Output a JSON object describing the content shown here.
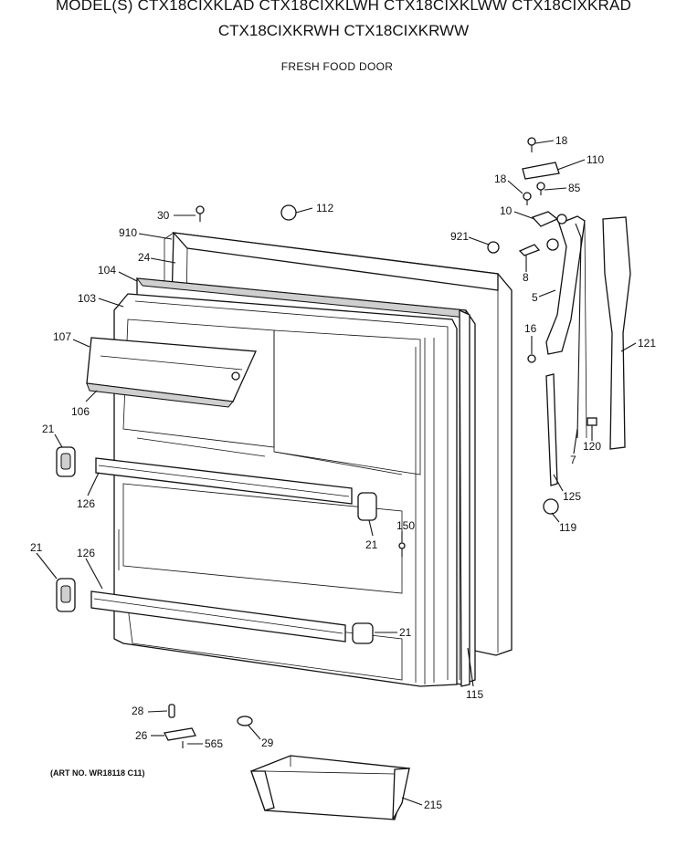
{
  "header": {
    "models_line1": "MODEL(S) CTX18CIXKLAD  CTX18CIXKLWH  CTX18CIXKLWW  CTX18CIXKRAD",
    "models_line2": "CTX18CIXKRWH  CTX18CIXKRWW",
    "section": "FRESH FOOD DOOR"
  },
  "art_number": "(ART NO. WR18118 C11)",
  "callouts": [
    "18",
    "110",
    "18",
    "85",
    "10",
    "921",
    "8",
    "5",
    "16",
    "121",
    "7",
    "120",
    "125",
    "119",
    "30",
    "112",
    "910",
    "24",
    "104",
    "103",
    "107",
    "106",
    "21",
    "126",
    "21",
    "150",
    "21",
    "126",
    "21",
    "115",
    "28",
    "26",
    "565",
    "29",
    "215"
  ]
}
